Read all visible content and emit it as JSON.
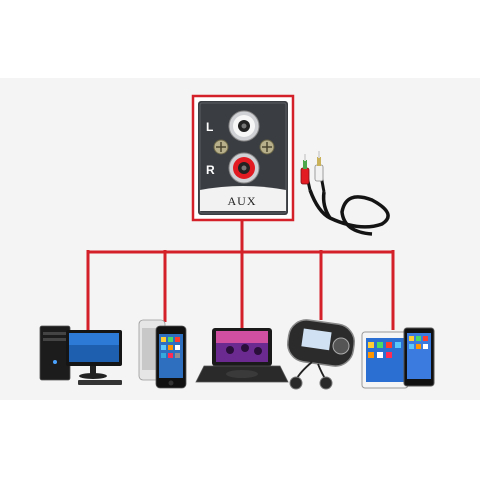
{
  "panel": {
    "aux_label": "AUX",
    "left_label": "L",
    "right_label": "R"
  },
  "devices": [
    {
      "name": "desktop-computer"
    },
    {
      "name": "smartphone"
    },
    {
      "name": "portable-dvd-player"
    },
    {
      "name": "mp3-player"
    },
    {
      "name": "tablets"
    }
  ],
  "colors": {
    "connector_line": "#d42028",
    "panel_border": "#d42028",
    "panel_fill": "#3a3d42",
    "rca_red": "#e21b23",
    "rca_white": "#f2f2f2",
    "cable": "#141414"
  },
  "icons": [
    "rca-jack-white-icon",
    "rca-jack-red-icon",
    "screw-icon",
    "rca-cable-icon"
  ]
}
